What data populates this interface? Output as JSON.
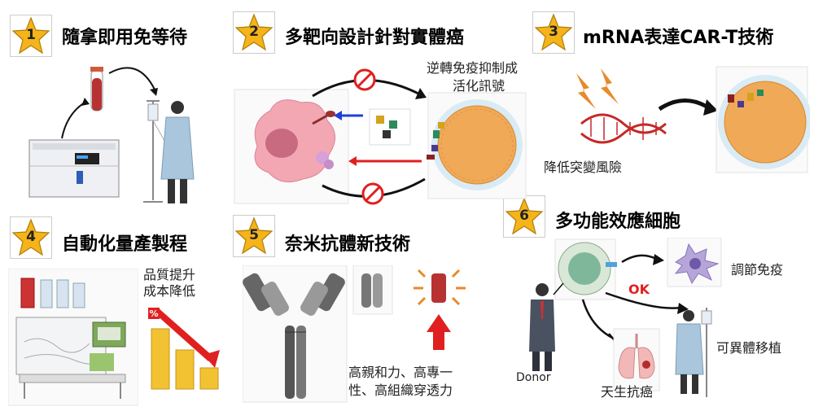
{
  "features": [
    {
      "num": "1",
      "title": "隨拿即用免等待"
    },
    {
      "num": "2",
      "title": "多靶向設計針對實體癌"
    },
    {
      "num": "3",
      "title": "mRNA表達CAR-T技術"
    },
    {
      "num": "4",
      "title": "自動化量產製程"
    },
    {
      "num": "5",
      "title": "奈米抗體新技術"
    },
    {
      "num": "6",
      "title": "多功能效應細胞"
    }
  ],
  "notes": {
    "reverse_signal_line1": "逆轉免疫抑制成",
    "reverse_signal_line2": "活化訊號",
    "mutation_risk": "降低突變風險",
    "quality_line1": "品質提升",
    "quality_line2": "成本降低",
    "percent_label": "%",
    "affinity_line1": "高親和力、高專一",
    "affinity_line2": "性、高組織穿透力",
    "immune_reg": "調節免疫",
    "ok": "OK",
    "allo": "可異體移植",
    "donor": "Donor",
    "innate": "天生抗癌"
  },
  "colors": {
    "star_gold": "#f4b41a",
    "tumor_pink": "#f2a7b3",
    "cell_orange": "#f0a957",
    "arrow_red": "#e02020",
    "arrow_blue": "#1f3fd6",
    "rna_red": "#c62828",
    "lightning": "#e8892b"
  }
}
